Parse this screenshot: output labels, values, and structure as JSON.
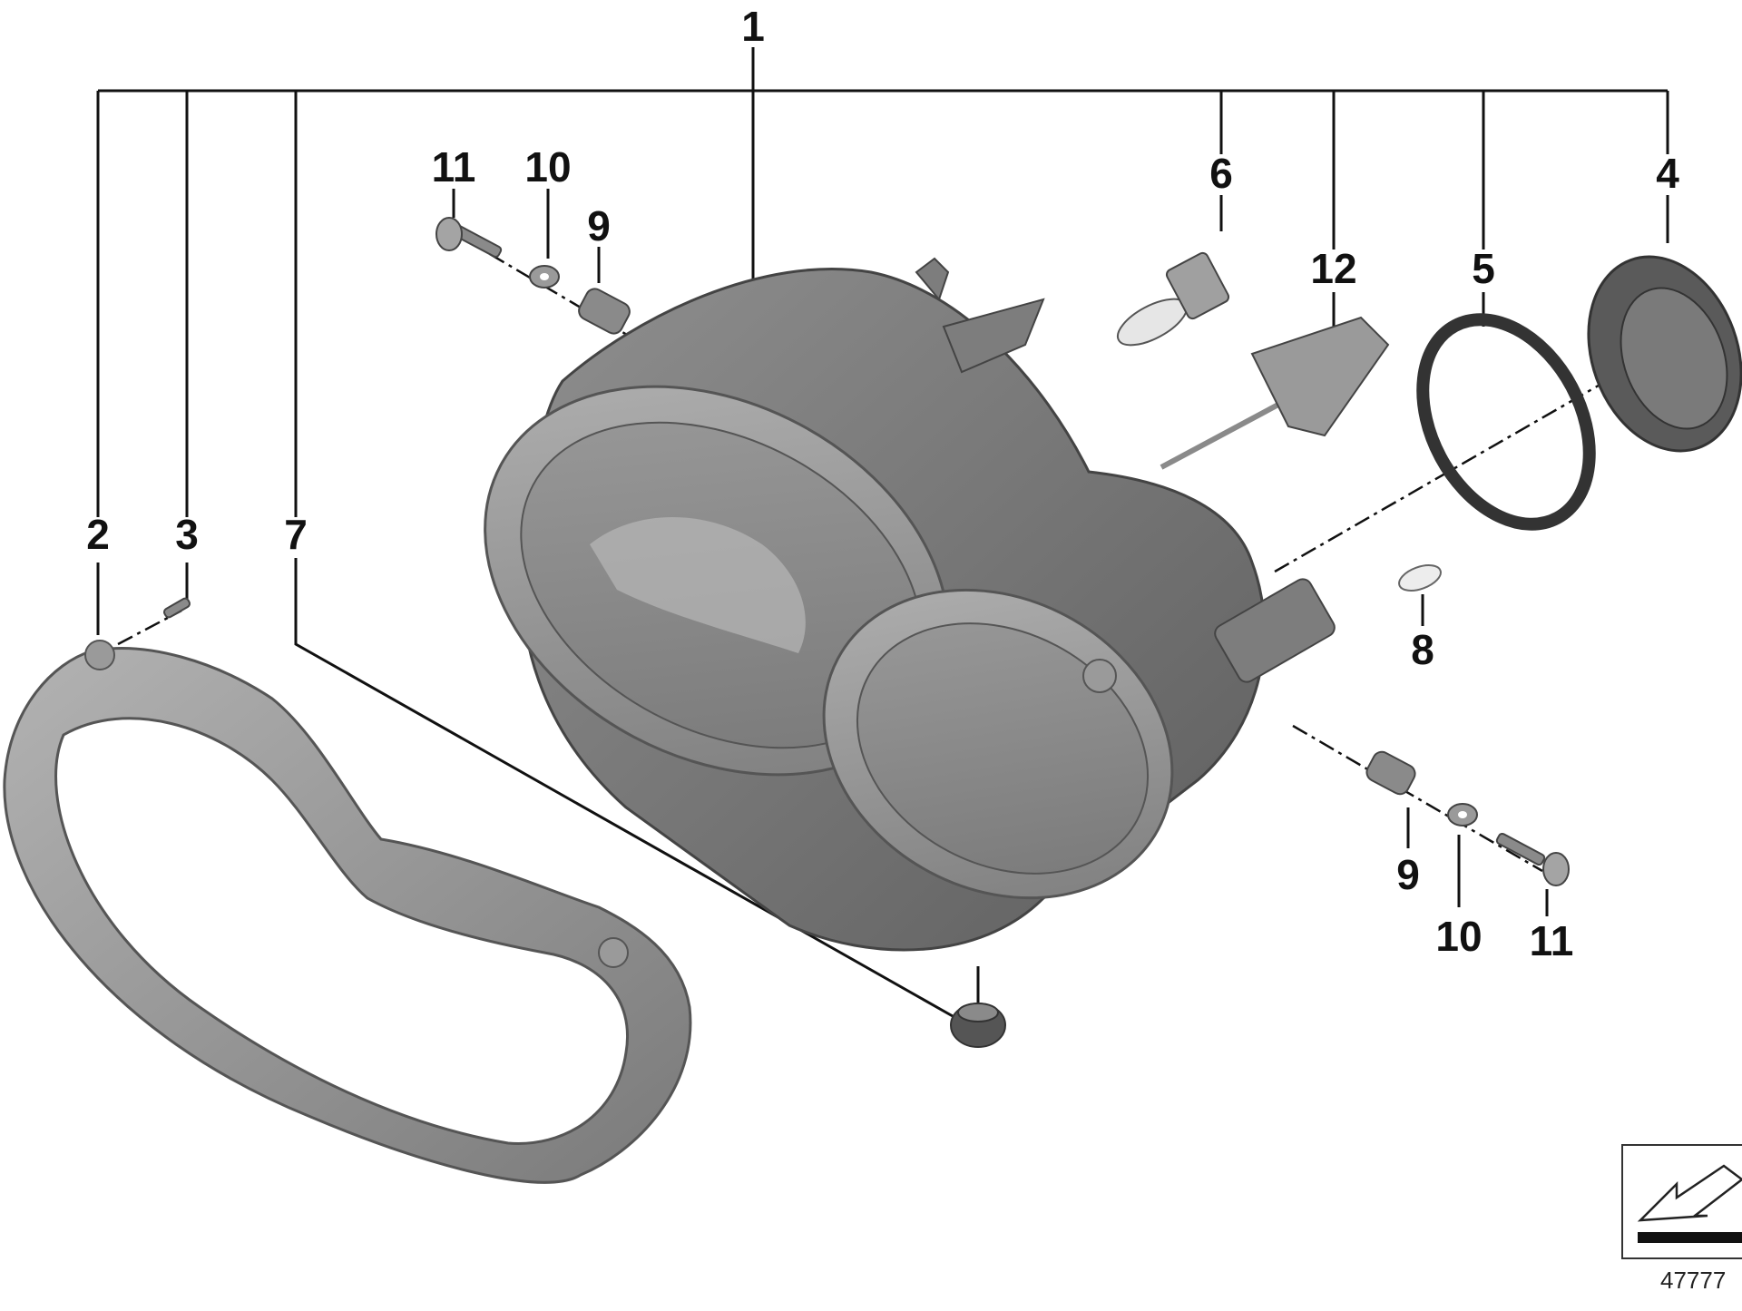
{
  "diagram": {
    "callouts": {
      "c1": "1",
      "c2": "2",
      "c3": "3",
      "c4": "4",
      "c5": "5",
      "c6": "6",
      "c7": "7",
      "c8": "8",
      "c9_top": "9",
      "c9_bottom": "9",
      "c10_top": "10",
      "c10_bottom": "10",
      "c11_top": "11",
      "c11_bottom": "11",
      "c12": "12"
    },
    "reference_number": "47777"
  },
  "colors": {
    "part_dark": "#6e6e6e",
    "part_mid": "#8a8a8a",
    "part_light": "#a9a9a9",
    "leader": "#111111"
  }
}
